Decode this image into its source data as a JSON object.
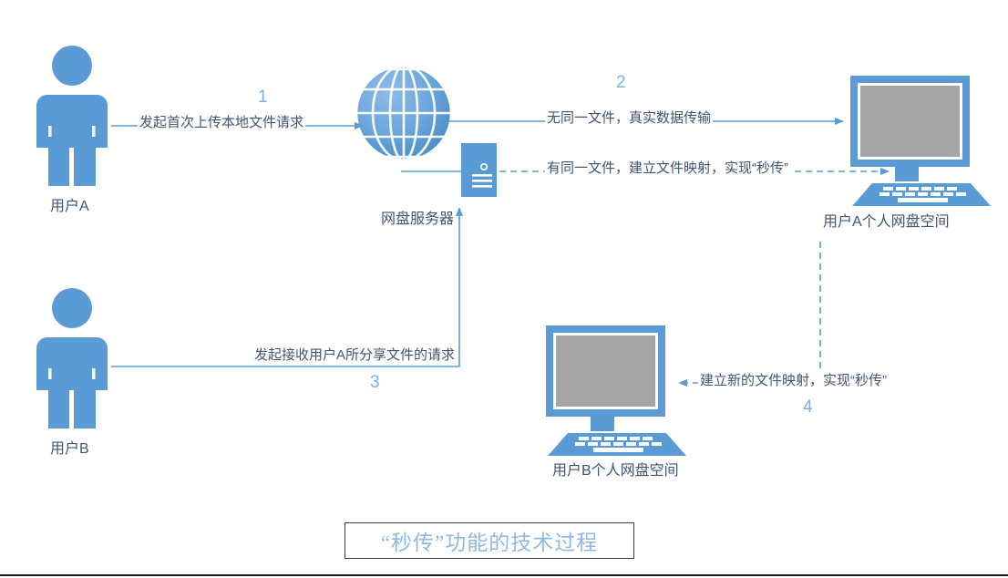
{
  "theme": {
    "accent_blue": "#5B9BD5",
    "light_blue": "#7FAEE0",
    "screen_gray": "#A5A5A5",
    "text_blue_gray": "#3F5572",
    "title_blue": "#8EB8E5",
    "border_dark": "#3B3B3B",
    "background": "#FFFFFF"
  },
  "nodes": {
    "user_a": {
      "label": "用户A",
      "icon": "person-icon"
    },
    "user_b": {
      "label": "用户B",
      "icon": "person-icon"
    },
    "server": {
      "label": "网盘服务器",
      "icon": "globe-icon"
    },
    "disk_a": {
      "label": "用户A个人网盘空间",
      "icon": "computer-icon"
    },
    "disk_b": {
      "label": "用户B个人网盘空间",
      "icon": "computer-icon"
    }
  },
  "edges": {
    "e1": {
      "number": "1",
      "label": "发起首次上传本地文件请求",
      "style": "solid",
      "arrow": "end"
    },
    "e2": {
      "number": "2",
      "label": "无同一文件，真实数据传输",
      "style": "solid",
      "arrow": "end"
    },
    "e2b": {
      "number": "",
      "label": "有同一文件，建立文件映射，实现“秒传”",
      "style": "dashed",
      "arrow": "end"
    },
    "e3": {
      "number": "3",
      "label": "发起接收用户A所分享文件的请求",
      "style": "solid",
      "arrow": "end"
    },
    "e4": {
      "number": "4",
      "label": "建立新的文件映射，实现“秒传”",
      "style": "dashed",
      "arrow": "end"
    }
  },
  "caption": {
    "title": "“秒传”功能的技术过程"
  }
}
